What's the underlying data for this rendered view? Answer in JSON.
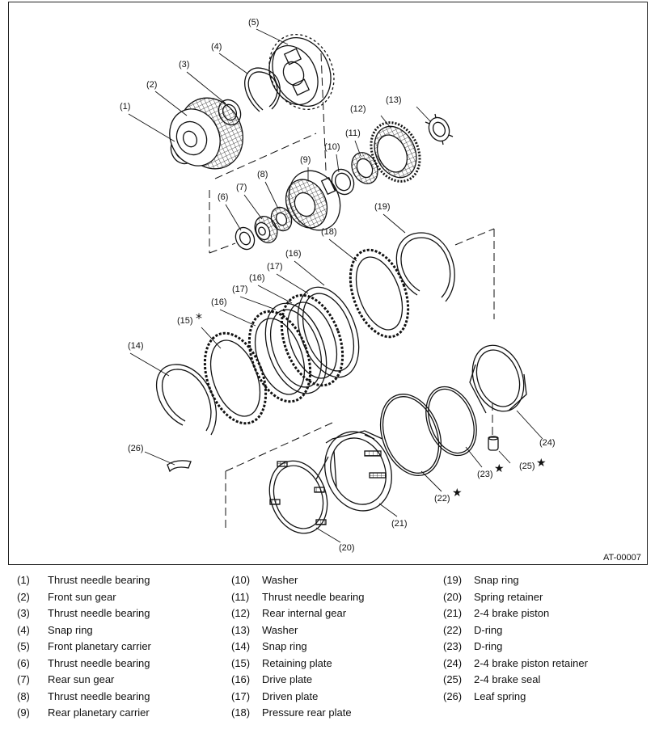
{
  "figure_id": "AT-00007",
  "callouts": [
    "(1)",
    "(2)",
    "(3)",
    "(4)",
    "(5)",
    "(6)",
    "(7)",
    "(8)",
    "(9)",
    "(10)",
    "(11)",
    "(12)",
    "(13)",
    "(14)",
    "(15)",
    "(16)",
    "(16)",
    "(16)",
    "(17)",
    "(17)",
    "(18)",
    "(19)",
    "(20)",
    "(21)",
    "(22)",
    "(23)",
    "(24)",
    "(25)",
    "(26)"
  ],
  "symbols": {
    "star": "★",
    "asterisk": "*"
  },
  "legend": {
    "col1": [
      {
        "num": "(1)",
        "label": "Thrust needle bearing"
      },
      {
        "num": "(2)",
        "label": "Front sun gear"
      },
      {
        "num": "(3)",
        "label": "Thrust needle bearing"
      },
      {
        "num": "(4)",
        "label": "Snap ring"
      },
      {
        "num": "(5)",
        "label": "Front planetary carrier"
      },
      {
        "num": "(6)",
        "label": "Thrust needle bearing"
      },
      {
        "num": "(7)",
        "label": "Rear sun gear"
      },
      {
        "num": "(8)",
        "label": "Thrust needle bearing"
      },
      {
        "num": "(9)",
        "label": "Rear planetary carrier"
      }
    ],
    "col2": [
      {
        "num": "(10)",
        "label": "Washer"
      },
      {
        "num": "(11)",
        "label": "Thrust needle bearing"
      },
      {
        "num": "(12)",
        "label": "Rear internal gear"
      },
      {
        "num": "(13)",
        "label": "Washer"
      },
      {
        "num": "(14)",
        "label": "Snap ring"
      },
      {
        "num": "(15)",
        "label": "Retaining plate"
      },
      {
        "num": "(16)",
        "label": "Drive plate"
      },
      {
        "num": "(17)",
        "label": "Driven plate"
      },
      {
        "num": "(18)",
        "label": "Pressure rear plate"
      }
    ],
    "col3": [
      {
        "num": "(19)",
        "label": "Snap ring"
      },
      {
        "num": "(20)",
        "label": "Spring retainer"
      },
      {
        "num": "(21)",
        "label": "2-4 brake piston"
      },
      {
        "num": "(22)",
        "label": "D-ring"
      },
      {
        "num": "(23)",
        "label": "D-ring"
      },
      {
        "num": "(24)",
        "label": "2-4 brake piston retainer"
      },
      {
        "num": "(25)",
        "label": "2-4 brake seal"
      },
      {
        "num": "(26)",
        "label": "Leaf spring"
      }
    ]
  }
}
